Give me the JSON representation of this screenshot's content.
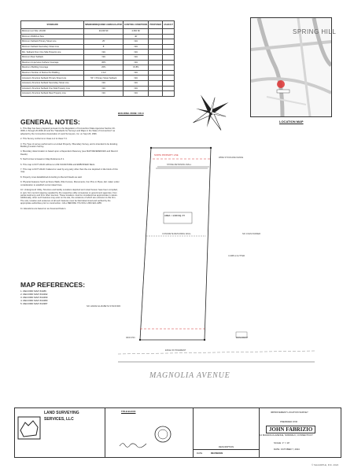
{
  "zoning_table": {
    "headers": [
      "STANDARD",
      "MINIMUM/REQUIRED AS/REGULATED",
      "EXISTING CONDITIONS",
      "PROPOSED",
      "AS-BUILT"
    ],
    "rows": [
      [
        "Minimum Lot Size: 20,000",
        "20,000 SF",
        "4,500 SF",
        "",
        ""
      ],
      [
        "Minimum Width/Lot Size",
        "",
        "40'",
        "",
        ""
      ],
      [
        "Minimum Setback Primary Street Line",
        "25'",
        "N/A",
        "",
        ""
      ],
      [
        "Minimum Setback Secondary Street Line",
        "8'",
        "N/A",
        "",
        ""
      ],
      [
        "Min. Setback From One Side Property Line",
        "N/A",
        "N/A",
        "",
        ""
      ],
      [
        "Minimum Rear Setback",
        "N/A",
        "N/A",
        "",
        ""
      ],
      [
        "Maximum Impervious Surface Coverage",
        "30%",
        "N/A",
        "",
        ""
      ],
      [
        "Maximum Building Coverage",
        "20%",
        "15.8%",
        "",
        ""
      ],
      [
        "Maximum Number of Stories Per Building",
        "2 1/2",
        "N/A",
        "",
        ""
      ],
      [
        "Accessory Structure Setback Primary Street Line",
        "50' = Primary Street Setback",
        "N/A",
        "",
        ""
      ],
      [
        "Accessory Structure Setback Secondary Street Line",
        "N/A",
        "N/A",
        "",
        ""
      ],
      [
        "Accessory Structure Setback One Side Property Line",
        "N/A",
        "N/A",
        "",
        ""
      ],
      [
        "Accessory Structure Setback Rear Property Line",
        "N/A",
        "N/A",
        "",
        ""
      ]
    ],
    "caption": "BUILDING ZONE: CD-3"
  },
  "location_map": {
    "title": "LOCATION MAP",
    "place_label": "SPRING HILL"
  },
  "general_notes": {
    "title": "GENERAL NOTES:",
    "items": [
      "1. This Map has been prepared pursuant to the Regulation of Connecticut State Agencies Section 20-300b-1 through 20-300b-20 and the \"Standards for Surveys and Maps in the State of Connecticut\" as adopted by the Connecticut Association of Land Surveyors, Inc. on Sept 26, 1996.",
      "2. This Survey conforms to Class A-2 & Class T-3.",
      "3. The Type of survey performed is a Limited Property / Boundary Survey, and is intended to be Existing Building Location Survey.",
      "4. Boundary determination is based upon a Dependent Resurvey (see MAP REFERENCES and Record Deeds).",
      "5. North Arrow is based on Map Reference # 1.",
      "6. This map is NOT VALID without a LIVE SIGNATURE and EMBOSSED SEAL.",
      "7. This map is NOT VALID if altered or used by any party other than the one depicted in title block of this map.",
      "8. Property Lines Established According to Record Deeds as said.",
      "9. Physical Features Such as Stone Walls, Wire Fences, Monuments, Iron Pins or Pipes, Etc. taken under consideration to establish current deed lines.",
      "10. Underground Utility, Structure and facility Locations depicted and noted hereon have been compiled, in part, from record mapping supplied by the respective utility companies or government agencies, from parole testimony and from other sources. These locations must be considered as approximate in nature. Additionally, other such features may exist on the site, the existence of which are unknown to this firm. The size, location and existence of all such features must be field determined and verified by the appropriate authorities prior to construction. CALL BEFORE YOU DIG 1-800-922-4455.",
      "11. Elevations are based on an Assumed Datum."
    ]
  },
  "map_references": {
    "title": "MAP REFERENCES:",
    "items": [
      "1. RECORD MAP #1486",
      "2. RECORD MAP #10492",
      "3. RECORD MAP #10469",
      "4. RECORD MAP #10480",
      "5. RECORD MAP #10387"
    ]
  },
  "plan": {
    "street_name": "MAGNOLIA AVENUE",
    "labels": {
      "north_setback": "NORTH PROPERTY LINE",
      "stone_wall": "STONE RETAINING WALL",
      "fence": "WIRE STOCKADE FENCE",
      "area": "AREA = 4,500 SQ. FT.",
      "concrete": "CONCRETE RETAINING WALL",
      "curb": "CURB & GUTTER",
      "edge": "EDGE OF PAVEMENT",
      "iron_pin": "IRON PIN",
      "monument": "MONUMENT",
      "owner_left": "N/F HAWAII ELIZABETH STAFFORD",
      "owner_right": "N/F JOHN PARKER"
    }
  },
  "title_block": {
    "firm_name": "LAND SURVEYING",
    "firm_sub": "SERVICES, LLC",
    "block_title": "TITLE BLOCK",
    "survey_type": "IMPROVEMENT LOCATION SURVEY",
    "prepared_for": "PREPARED FOR",
    "client": "JOHN FABRIZIO",
    "address": "12 MAGNOLIA AVENUE, NORWALK, CONNECTICUT",
    "scale": "SCALE: 1\" = 10'",
    "date": "DATE: OCTOBER 7, 2024",
    "date_label": "DATE",
    "description_label": "DESCRIPTION",
    "revisions_label": "REVISIONS"
  },
  "copyright": "© SHAARPLE, INC. 2024",
  "colors": {
    "ink": "#222222",
    "red_line": "#d33333",
    "map_road": "#c9c9c9"
  }
}
